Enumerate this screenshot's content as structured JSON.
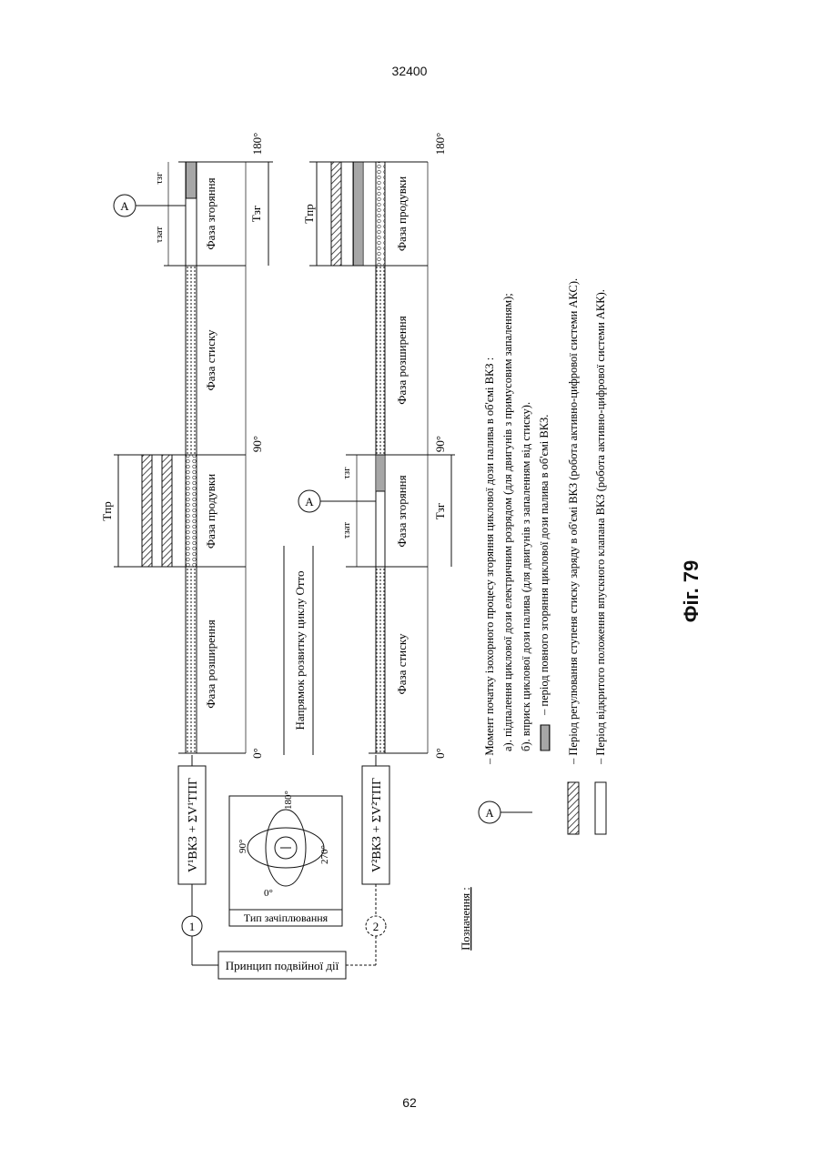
{
  "header": {
    "doc_number": "32400",
    "page_number": "62"
  },
  "figure": {
    "caption": "Фіг. 79",
    "top_row": {
      "phases": [
        "Фаза розширення",
        "Фаза продувки",
        "Фаза стиску",
        "Фаза згоряння"
      ],
      "angles": [
        "0°",
        "90°",
        "180°"
      ],
      "t_pr": "Tпр",
      "t_zg": "Tзг",
      "tau_zat": "τзат",
      "tau_zg": "τзг",
      "marker": "A"
    },
    "bottom_row": {
      "phases": [
        "Фаза стиску",
        "Фаза згоряння",
        "Фаза розширення",
        "Фаза продувки"
      ],
      "angles": [
        "0°",
        "90°",
        "180°"
      ],
      "t_pr": "Tпр",
      "t_zg": "Tзг",
      "tau_zat": "τзат",
      "tau_zg": "τзг",
      "marker": "A"
    },
    "direction_label": "Напрямок розвитку циклу Отто",
    "left_block": {
      "node_1": "1",
      "node_2": "2",
      "formula_1": "V¹ВКЗ + ΣV¹ТПГ",
      "formula_2": "V²ВКЗ + ΣV²ТПГ",
      "principle": "Принцип подвійної дії",
      "coupling_type": "Тип зачіплювання",
      "circle_angles": [
        "0°",
        "90°",
        "180°",
        "270°"
      ]
    },
    "legend": {
      "title": "Позначення :",
      "line1": "– Момент початку ізохорного процесу згоряння циклової дози палива в об'ємі ВКЗ :",
      "line2": "а).  підпалення циклової дози електричним розрядом (для двигунів з примусовим запаленням);",
      "line3": "б).  вприск циклової дози палива (для двигунів з запаленням від стиску).",
      "line4": "– період повного згоряння циклової дози палива в об'ємі ВКЗ.",
      "line5": "– Період регулювання ступеня стиску заряду в об'ємі ВКЗ (робота активно-цифрової системи АКС).",
      "line6": "– Період відкритого положення впускного клапана  ВКЗ (робота активно-цифрової системи АКК).",
      "marker": "A"
    }
  }
}
